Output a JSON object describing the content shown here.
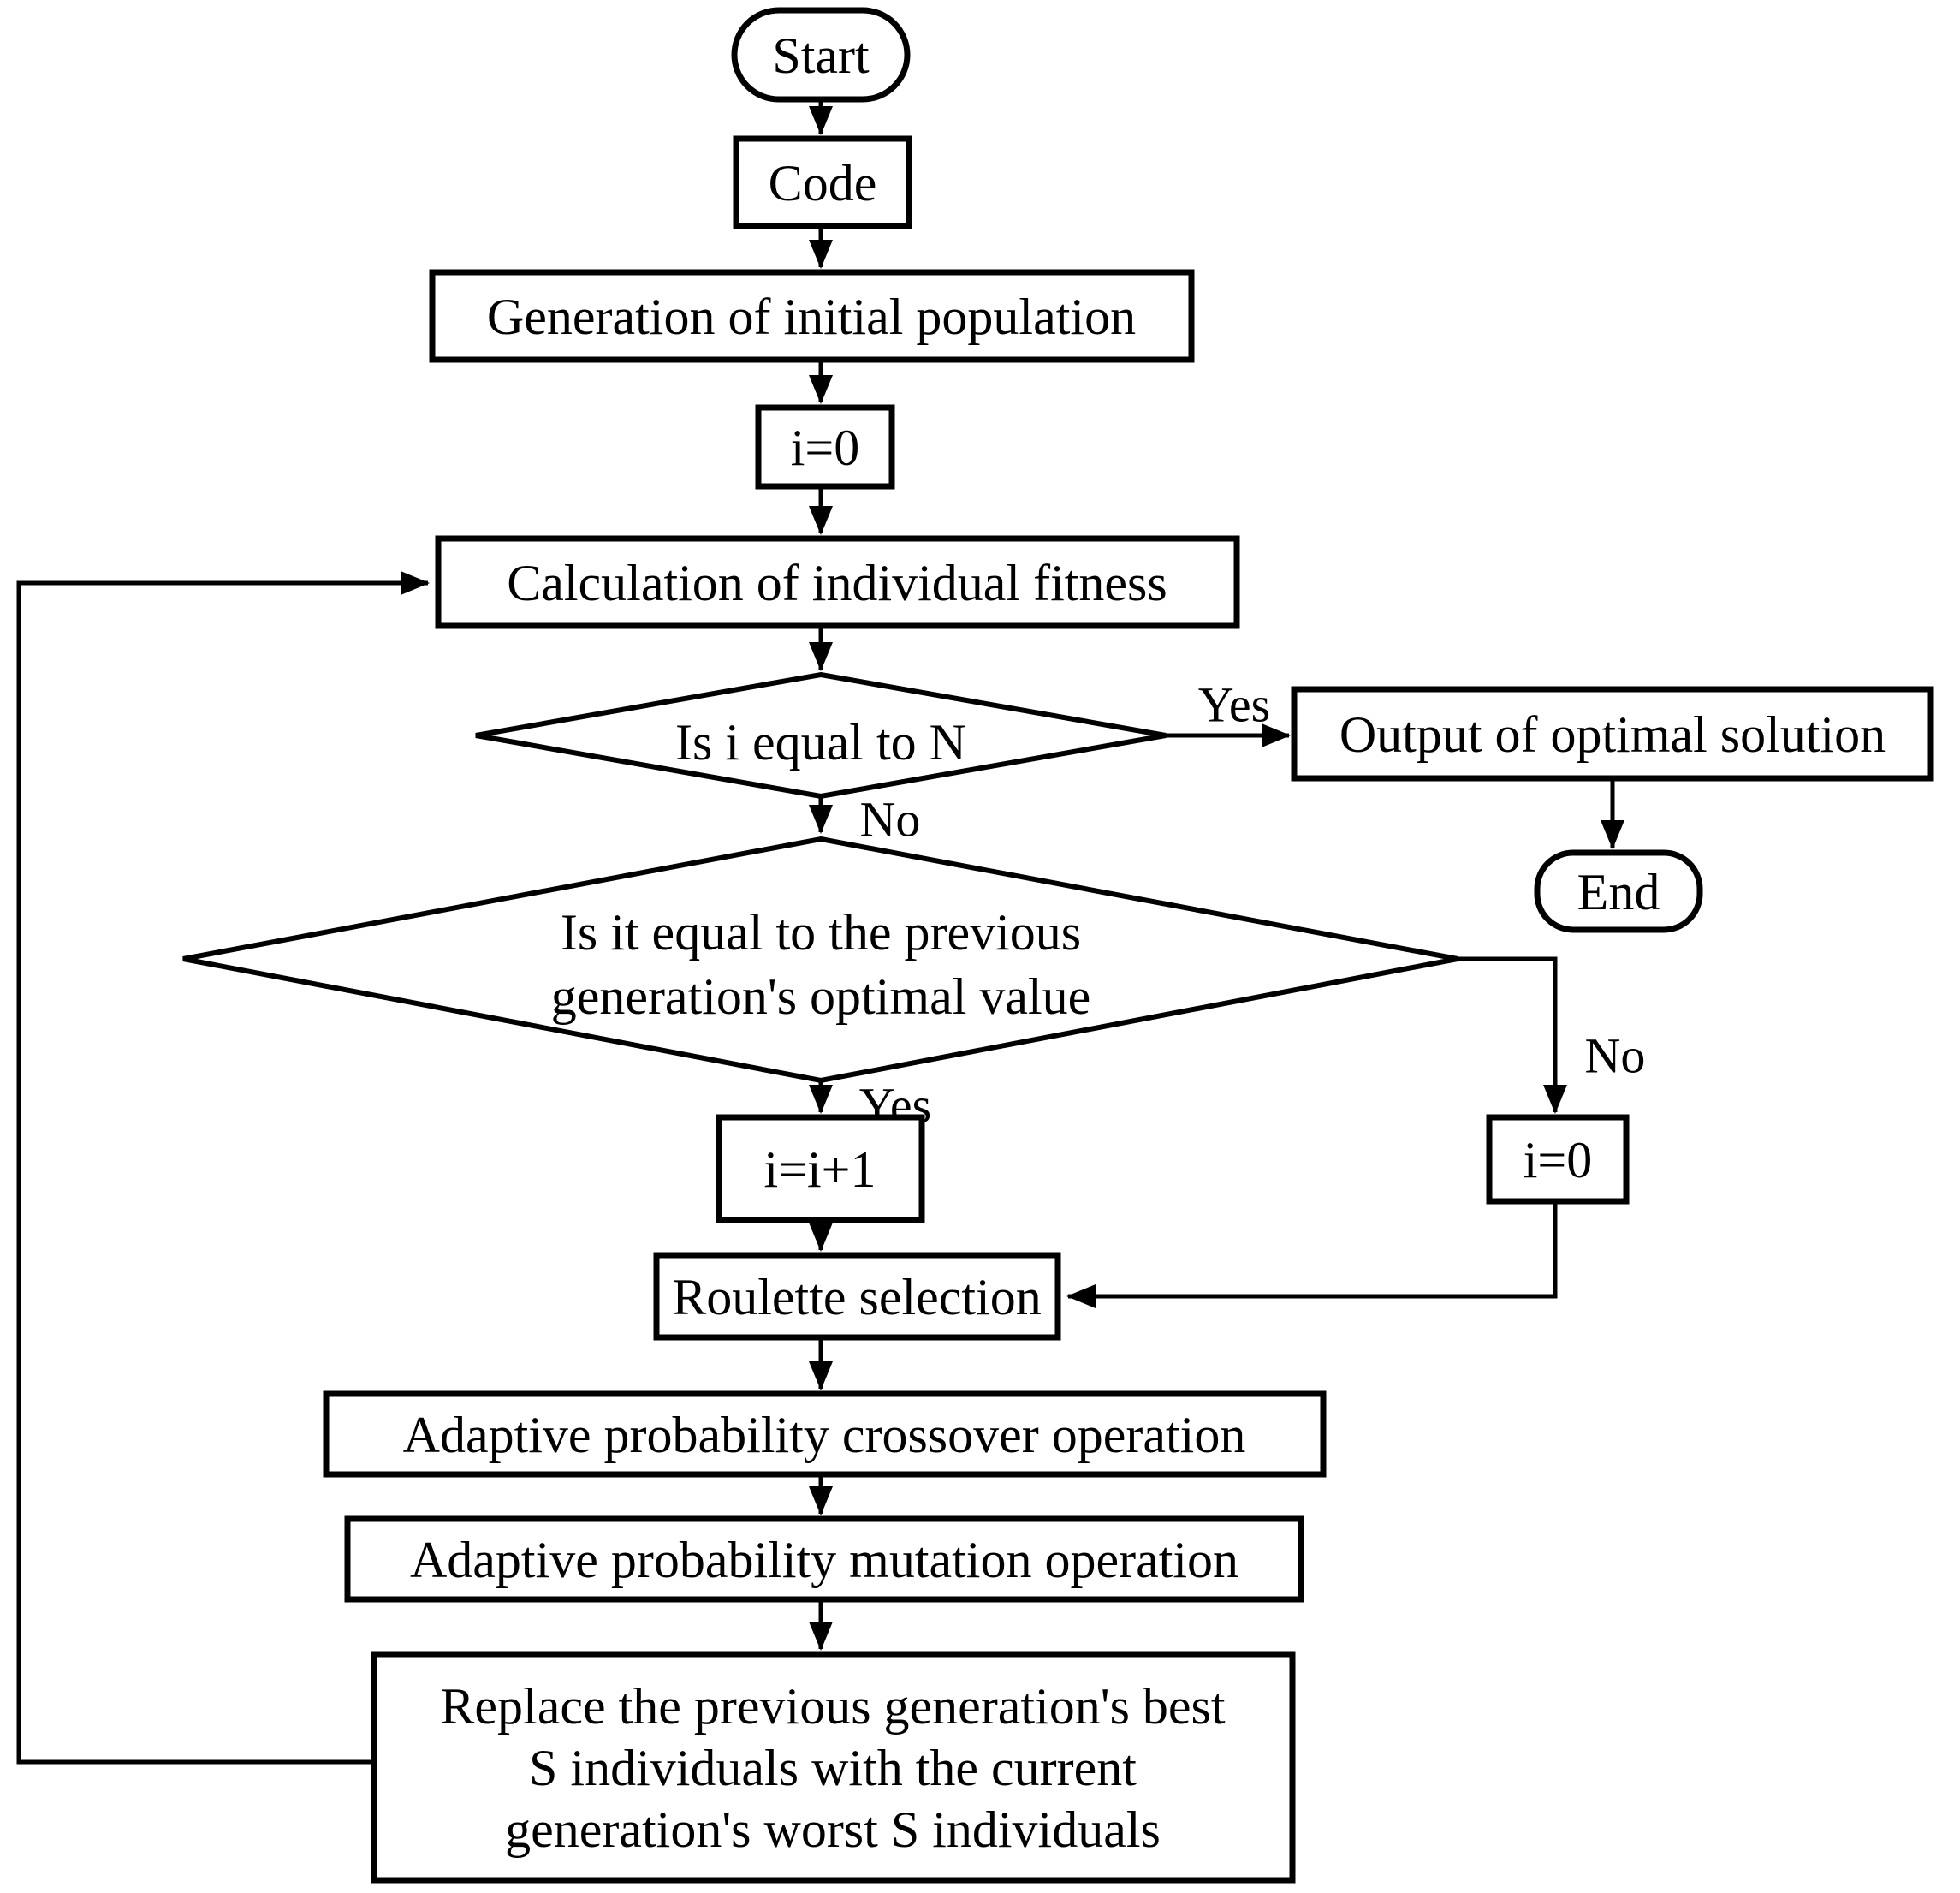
{
  "diagram": {
    "title": "Adaptive genetic algorithm flowchart",
    "type": "flowchart",
    "colors": {
      "background": "#ffffff",
      "stroke": "#000000",
      "text": "#000000"
    },
    "nodes": {
      "start": {
        "shape": "terminator",
        "label": "Start"
      },
      "code": {
        "shape": "process",
        "label": "Code"
      },
      "generation": {
        "shape": "process",
        "label": "Generation of initial population"
      },
      "init_i": {
        "shape": "process",
        "label": "i=0"
      },
      "fitness": {
        "shape": "process",
        "label": "Calculation of individual fitness"
      },
      "check_n": {
        "shape": "decision",
        "label": "Is i equal to N"
      },
      "output": {
        "shape": "process",
        "label": "Output of optimal solution"
      },
      "end": {
        "shape": "terminator",
        "label": "End"
      },
      "check_prev": {
        "shape": "decision",
        "line1": "Is it equal to the previous",
        "line2": "generation's optimal value"
      },
      "increment": {
        "shape": "process",
        "label": "i=i+1"
      },
      "reset_i": {
        "shape": "process",
        "label": "i=0"
      },
      "roulette": {
        "shape": "process",
        "label": "Roulette selection"
      },
      "crossover": {
        "shape": "process",
        "label": "Adaptive probability crossover operation"
      },
      "mutation": {
        "shape": "process",
        "label": "Adaptive probability mutation operation"
      },
      "replace": {
        "shape": "process",
        "line1": "Replace the previous generation's best",
        "line2": "S individuals with the current",
        "line3": "generation's worst S individuals"
      }
    },
    "edge_labels": {
      "check_n_yes": "Yes",
      "check_n_no": "No",
      "check_prev_yes": "Yes",
      "check_prev_no": "No"
    }
  }
}
